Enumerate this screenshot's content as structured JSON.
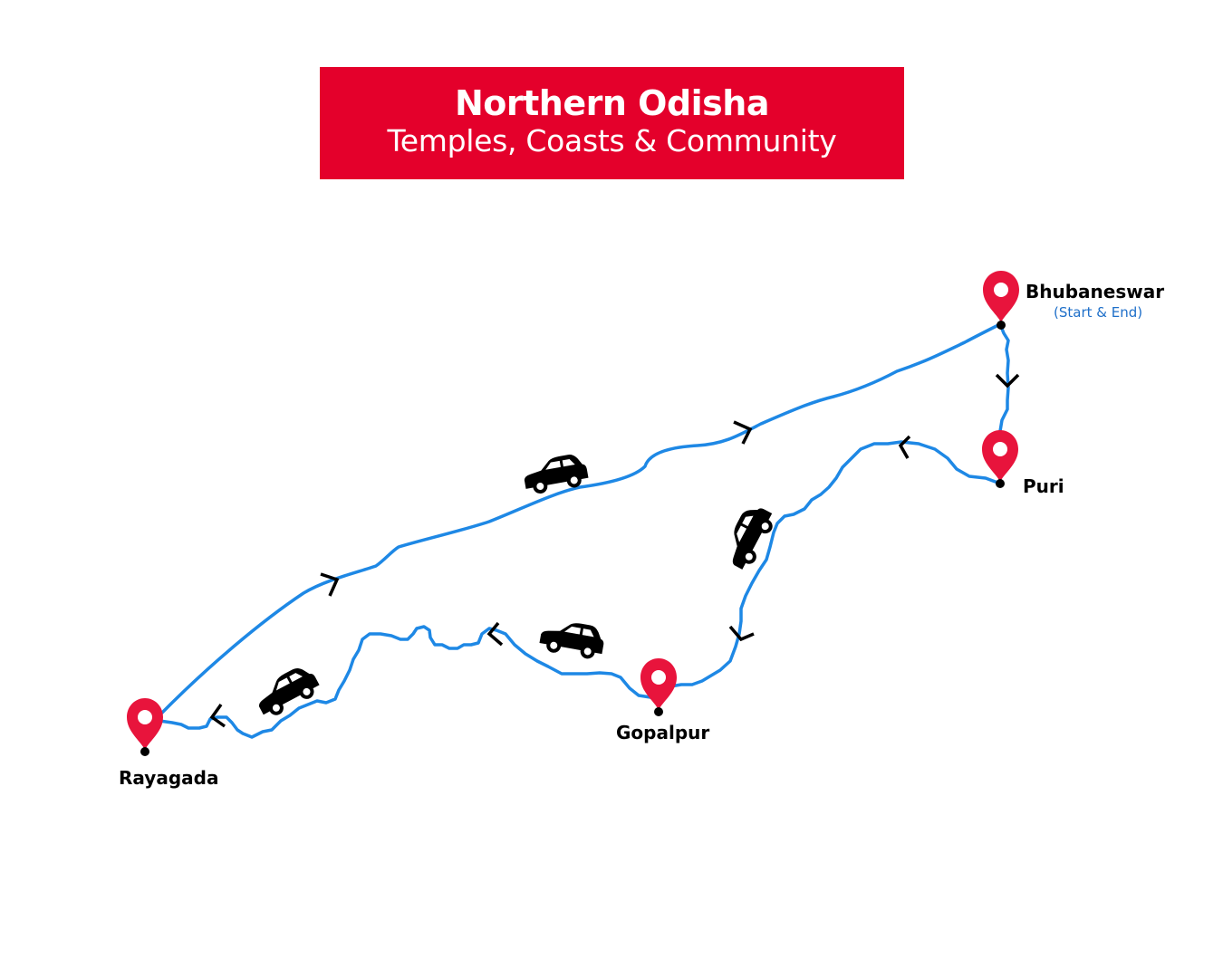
{
  "header": {
    "title": "Northern Odisha",
    "subtitle": "Temples, Coasts & Community",
    "background_color": "#e4002b",
    "text_color": "#ffffff"
  },
  "route": {
    "line_color": "#1e88e5",
    "pin_color": "#e8143c",
    "arrow_color": "#000000",
    "vehicle_icon": "car-icon"
  },
  "locations": {
    "bhubaneswar": {
      "name": "Bhubaneswar",
      "note": "(Start & End)",
      "note_color": "#1e6fc9"
    },
    "puri": {
      "name": "Puri"
    },
    "gopalpur": {
      "name": "Gopalpur"
    },
    "rayagada": {
      "name": "Rayagada"
    }
  }
}
